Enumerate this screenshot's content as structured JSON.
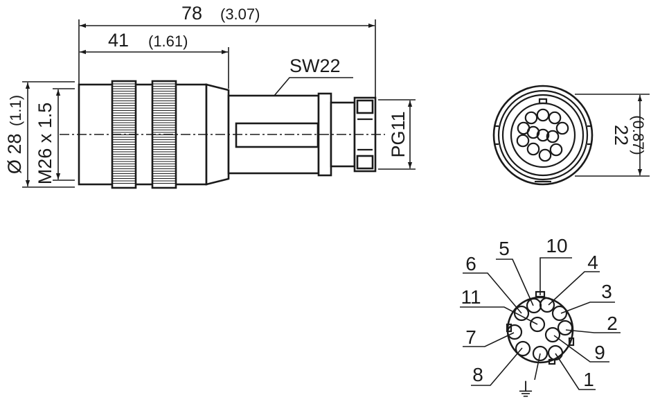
{
  "side_view": {
    "overall_length": "78",
    "overall_length_inch": "(3.07)",
    "grip_length": "41",
    "grip_length_inch": "(1.61)",
    "wrench_size": "SW22",
    "cable_gland": "PG11",
    "diameter": "Ø 28",
    "diameter_inch": "(1.1)",
    "thread": "M26 x 1.5"
  },
  "front_view": {
    "height": "22",
    "height_inch": "(0.87)"
  },
  "pinout": {
    "labels": [
      "1",
      "2",
      "3",
      "4",
      "5",
      "6",
      "7",
      "8",
      "9",
      "10",
      "11"
    ],
    "ground_symbol": "⏚"
  }
}
